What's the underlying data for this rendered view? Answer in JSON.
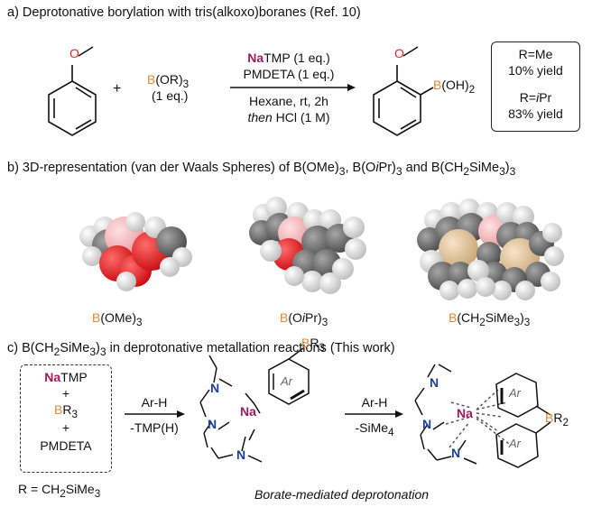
{
  "section_a": {
    "header": "a) Deprotonative borylation with tris(alkoxo)boranes (Ref. 10)",
    "plus": "+",
    "reagent_b": "B",
    "reagent_rest": "(OR)",
    "reagent_sub": "3",
    "reagent_eq": "(1 eq.)",
    "cond_na": "Na",
    "cond_line1_rest": "TMP (1 eq.)",
    "cond_line2": "PMDETA (1 eq.)",
    "cond_line3": "Hexane, rt, 2h",
    "cond_then": "then",
    "cond_line4_rest": " HCl (1 M)",
    "product_o": "O",
    "reactant_o": "O",
    "product_b": "B",
    "product_rest": "(OH)",
    "product_sub": "2",
    "result_me_label": "R=Me",
    "result_me_yield": "10% yield",
    "result_ipr_prefix": "R=",
    "result_ipr_i": "i",
    "result_ipr_rest": "Pr",
    "result_ipr_yield": "83% yield"
  },
  "section_b": {
    "header_pre": "b) 3D-representation (van der Waals Spheres) of B(OMe)",
    "header_sub1": "3",
    "header_mid1": ", B(O",
    "header_i": "i",
    "header_mid2": "Pr)",
    "header_sub2": "3",
    "header_mid3": " and B(CH",
    "header_sub3": "2",
    "header_mid4": "SiMe",
    "header_sub4": "3",
    "header_end": ")",
    "header_sub5": "3",
    "cap1_b": "B",
    "cap1_rest": "(OMe)",
    "cap1_sub": "3",
    "cap2_b": "B",
    "cap2_rest": "(O",
    "cap2_i": "i",
    "cap2_rest2": "Pr)",
    "cap2_sub": "3",
    "cap3_b": "B",
    "cap3_rest": "(CH",
    "cap3_sub1": "2",
    "cap3_rest2": "SiMe",
    "cap3_sub2": "3",
    "cap3_rest3": ")",
    "cap3_sub3": "3"
  },
  "section_c": {
    "header_pre": "c) B(CH",
    "header_sub1": "2",
    "header_mid": "SiMe",
    "header_sub2": "3",
    "header_mid2": ")",
    "header_sub3": "3",
    "header_end": " in deprotonative metallation reactions (This work)",
    "box_na": "Na",
    "box_tmp": "TMP",
    "box_plus1": "+",
    "box_b": "B",
    "box_r": "R",
    "box_r_sub": "3",
    "box_plus2": "+",
    "box_pmdeta": "PMDETA",
    "r_def_pre": "R = CH",
    "r_def_sub1": "2",
    "r_def_mid": "SiMe",
    "r_def_sub2": "3",
    "arrow1_top": "Ar-H",
    "arrow1_bot": "-TMP(H)",
    "arrow2_top": "Ar-H",
    "arrow2_bot": "-SiMe",
    "arrow2_bot_sub": "4",
    "na_label": "Na",
    "n_label": "N",
    "ar_label": "Ar",
    "br3_b": "B",
    "br3_r": "R",
    "br3_sub": "3",
    "br2_b": "B",
    "br2_r": "R",
    "br2_sub": "2",
    "caption": "Borate-mediated deprotonation"
  },
  "colors": {
    "boron": "#e0883a",
    "sodium": "#a11a5c",
    "oxygen": "#d9262a",
    "nitrogen": "#1f3d9b",
    "sphere_oxygen": "#e0161b",
    "sphere_boron": "#f2a8ad",
    "sphere_carbon": "#6e6e6e",
    "sphere_hydrogen": "#eeeeee",
    "sphere_silicon": "#e8c9a0"
  }
}
